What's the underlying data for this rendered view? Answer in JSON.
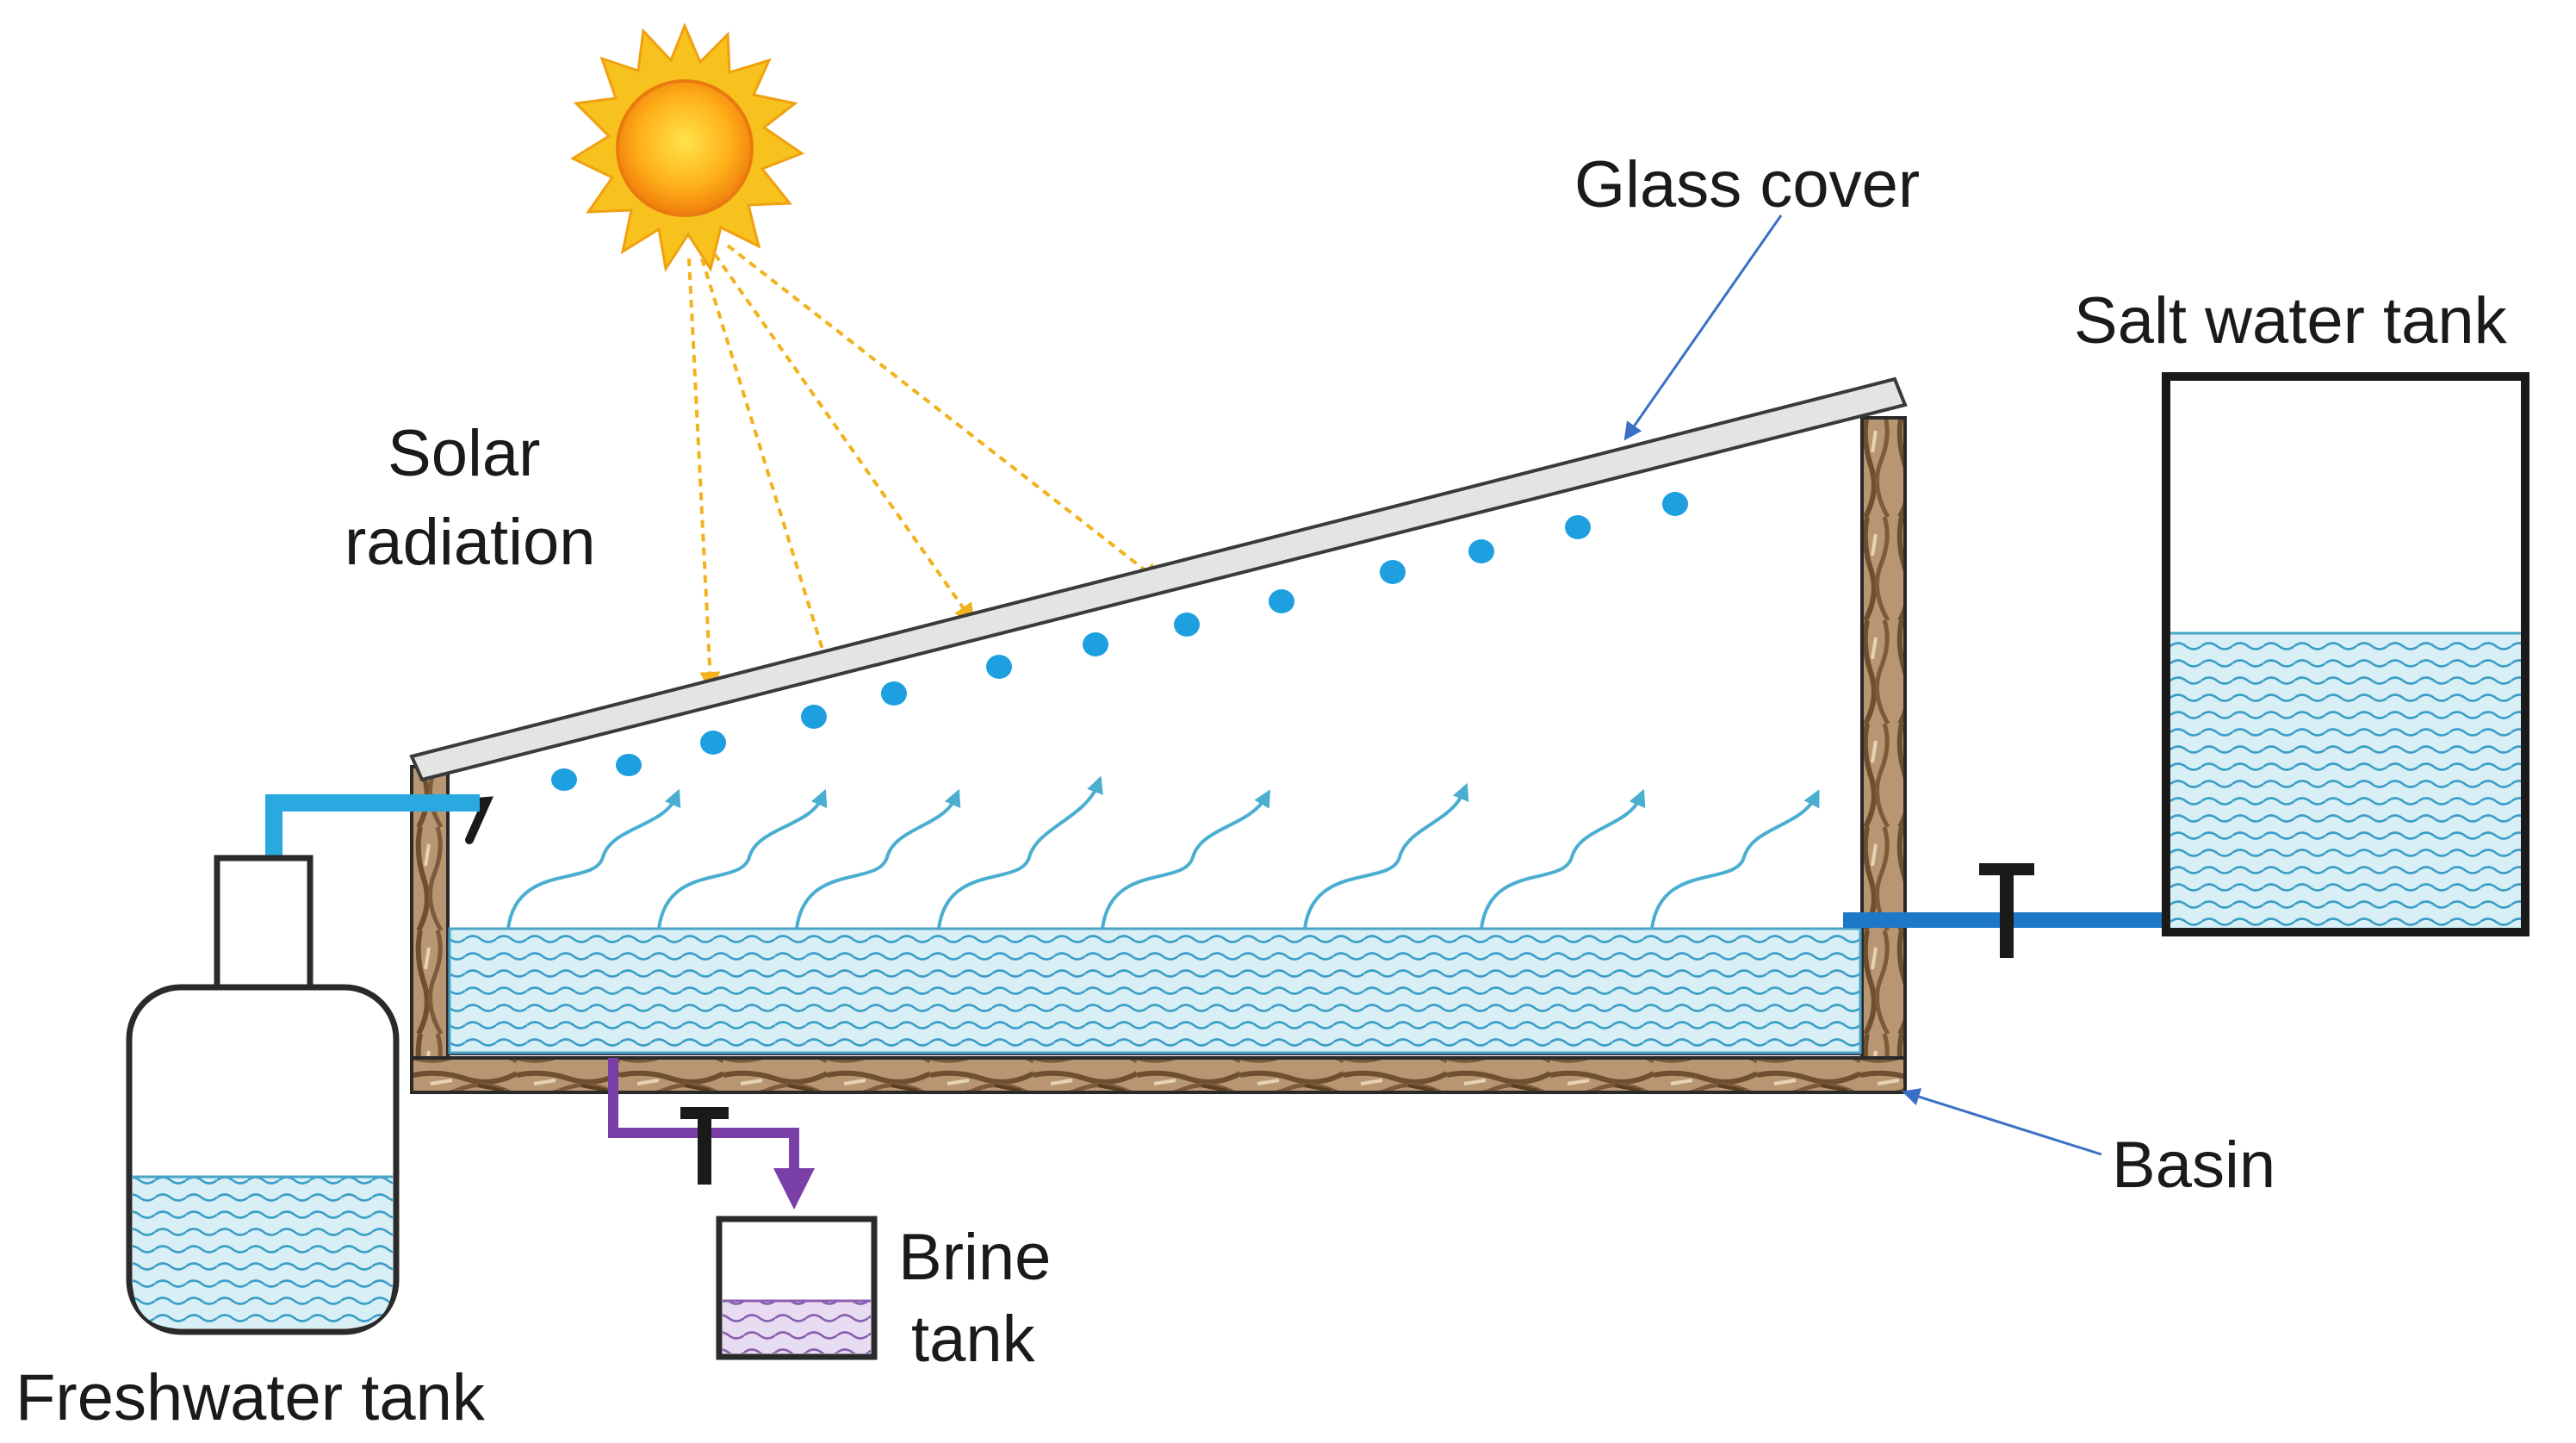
{
  "labels": {
    "glass_cover": "Glass cover",
    "salt_water_tank": "Salt water tank",
    "solar_line1": "Solar",
    "solar_line2": "radiation",
    "basin": "Basin",
    "brine_line1": "Brine",
    "brine_line2": "tank",
    "freshwater_tank": "Freshwater tank"
  },
  "icons": {
    "sun": "sun-icon",
    "valve": "valve-icon"
  },
  "colors": {
    "fresh_pipe": "#2aa8e0",
    "salt_pipe": "#1d78c8",
    "brine_pipe": "#7b3fa8",
    "droplet": "#1e9fe0",
    "vapor": "#4aaed0",
    "sun_ray": "#f2b21c",
    "water": "#cfeaf2",
    "wave": "#3c9ec8",
    "brine_water": "#e2d3ee",
    "brine_wave": "#8a5fb0",
    "wood": "#9c7a55",
    "label_arrow": "#3a70c6"
  }
}
